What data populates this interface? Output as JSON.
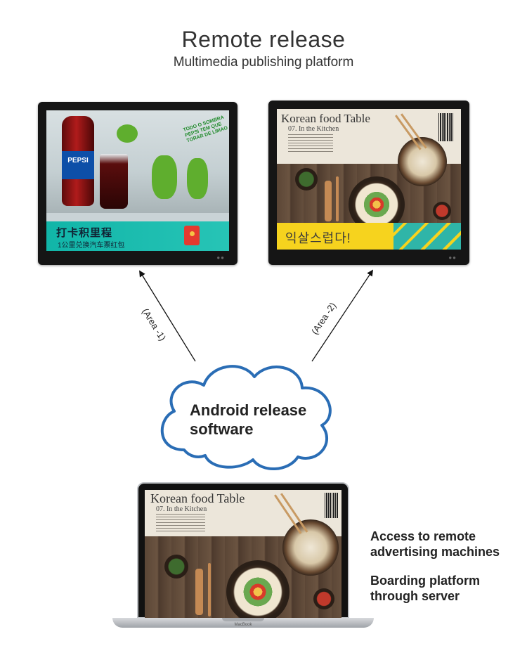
{
  "header": {
    "title": "Remote release",
    "subtitle": "Multimedia publishing platform"
  },
  "monitor_left": {
    "brand_text": "PEPSI",
    "frog_text": "TODO O SOMBRA PEPSI TEM QUE TORAR DE LIMAO",
    "banner_main": "打卡积里程",
    "banner_sub": "1公里兑换汽车票红包"
  },
  "monitor_right": {
    "food_title": "Korean food Table",
    "food_intro": "07. In the Kitchen",
    "banner_text": "익살스럽다!"
  },
  "arrows": {
    "left_label": "(Area -1)",
    "right_label": "(Area -2)"
  },
  "cloud": {
    "line1": "Android release",
    "line2": "software",
    "stroke_color": "#2a6db5"
  },
  "laptop": {
    "food_title": "Korean food Table",
    "food_intro": "07. In the Kitchen",
    "brand": "MacBook"
  },
  "side_text": {
    "access_line1": "Access to remote",
    "access_line2": "advertising machines",
    "boarding_line1": "Boarding platform",
    "boarding_line2": "through server"
  }
}
